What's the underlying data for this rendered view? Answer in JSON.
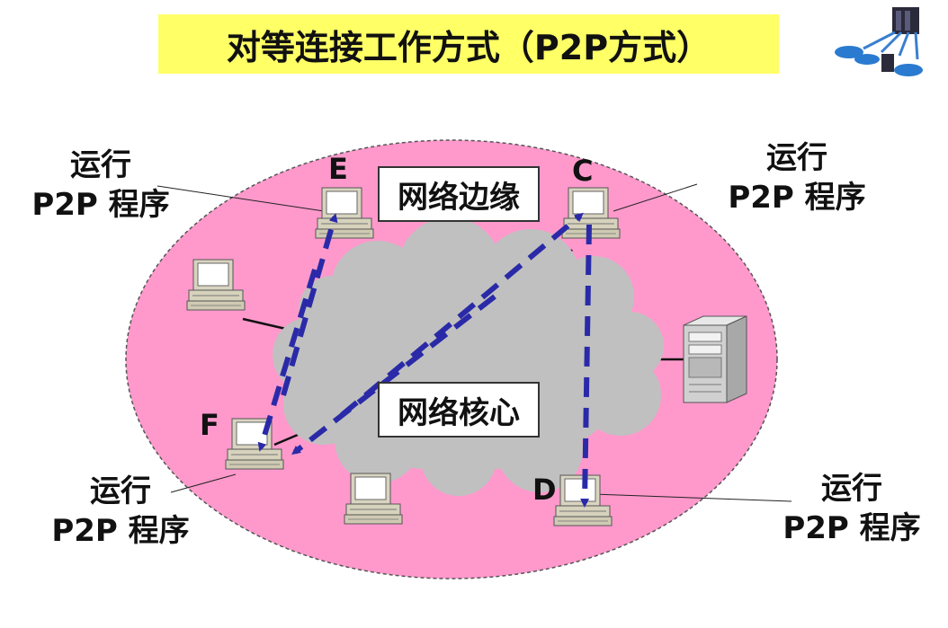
{
  "title": "对等连接工作方式（P2P方式）",
  "areas": {
    "edge": "网络边缘",
    "core": "网络核心"
  },
  "nodes": {
    "E": "E",
    "C": "C",
    "F": "F",
    "D": "D"
  },
  "annotations": {
    "top_left": {
      "line1": "运行",
      "line2": "P2P 程序"
    },
    "top_right": {
      "line1": "运行",
      "line2": "P2P 程序"
    },
    "bottom_left": {
      "line1": "运行",
      "line2": "P2P 程序"
    },
    "bottom_right": {
      "line1": "运行",
      "line2": "P2P 程序"
    }
  },
  "colors": {
    "title_bg": "#ffff66",
    "edge_fill": "#ff99cc",
    "core_fill": "#c0c0c0",
    "arrow": "#2a2aa8"
  }
}
